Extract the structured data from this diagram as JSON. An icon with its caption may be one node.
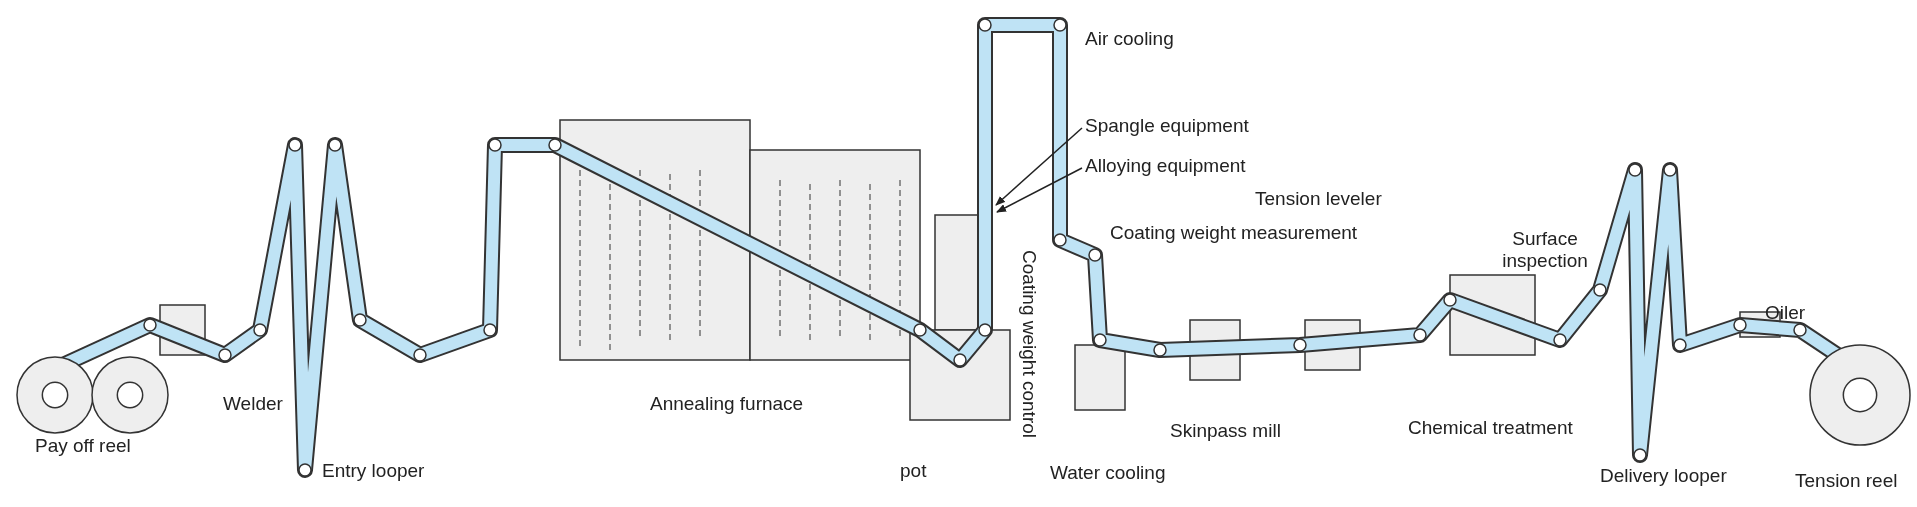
{
  "diagram": {
    "nodes": [
      {
        "text": [
          "Spangle equipment"
        ]
      },
      {
        "text": [
          "Alloying equipment"
        ]
      }
    ],
    "edges": [
      {
        "from": 0,
        "to": null,
        "arrow": "to"
      },
      {
        "from": 1,
        "to": null,
        "arrow": "to"
      }
    ],
    "labels": [
      "Air cooling",
      "Coating weight measurement",
      "Tension leveler",
      "Surface inspection",
      "Oiler",
      "Welder",
      "Annealing furnace",
      "Coating weight control",
      "Pay off reel",
      "Skinpass mill",
      "Chemical treatment",
      "Entry looper",
      "pot",
      "Water cooling",
      "Delivery looper",
      "Tension reel"
    ]
  }
}
